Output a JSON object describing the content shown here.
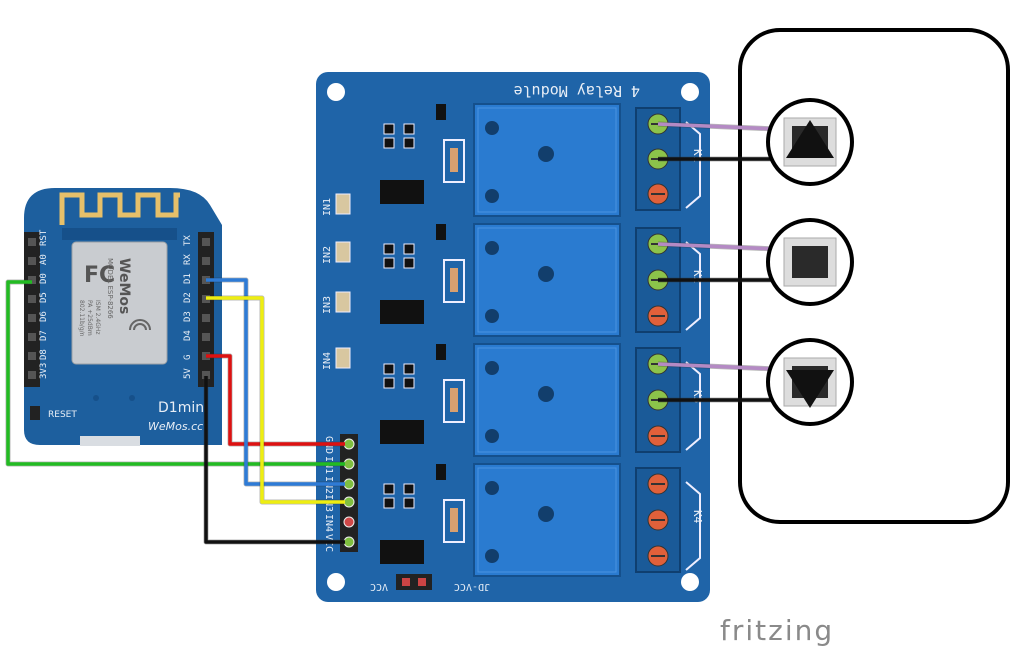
{
  "relay_module": {
    "title": "4 Relay Module",
    "inputs": [
      "IN1",
      "IN2",
      "IN3",
      "IN4"
    ],
    "header_pins": [
      "GND",
      "IN1",
      "IN2",
      "IN3",
      "IN4",
      "VCC"
    ],
    "relay_labels": [
      "K1",
      "K2",
      "K3",
      "K4"
    ],
    "jumper_left": "VCC",
    "jumper_right": "JD-VCC"
  },
  "d1mini": {
    "name": "D1mini",
    "brand": "WeMos.cc",
    "reset": "RESET",
    "left_pins": [
      "RST",
      "A0",
      "D0",
      "D5",
      "D6",
      "D7",
      "D8",
      "3V3"
    ],
    "right_pins": [
      "TX",
      "RX",
      "D1",
      "D2",
      "D3",
      "D4",
      "G",
      "5V"
    ],
    "module_brand": "WeMos",
    "module_model": "MODEL ESP-8266",
    "module_lines": [
      "ISM 2.4GHz",
      "PA +25dBm",
      "802.11b/g/n"
    ],
    "fcc": "FC"
  },
  "footer": {
    "brand": "fritzing"
  },
  "colors": {
    "board": "#1f64a8",
    "d1_board": "#1d5f9e",
    "wire_red": "#dd1111",
    "wire_green": "#22bb22",
    "wire_blue": "#2e7bd6",
    "wire_yellow": "#eeee11",
    "wire_black": "#111111",
    "wire_violet": "#b48ac4",
    "wire_gray": "#aaaaaa"
  }
}
